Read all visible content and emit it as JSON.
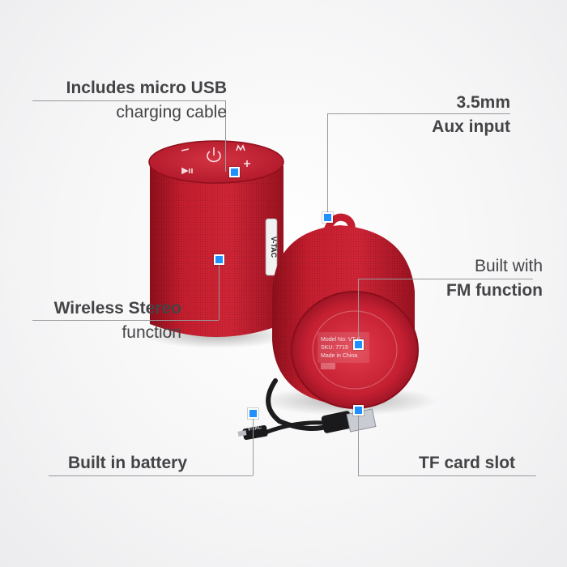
{
  "labels": {
    "micro_usb": {
      "line1": "Includes micro USB",
      "line2": "charging cable"
    },
    "aux": {
      "line1": "3.5mm",
      "line2": "Aux input"
    },
    "fm": {
      "line1": "Built with",
      "line2": "FM function"
    },
    "stereo": {
      "line1": "Wireless Stereo",
      "line2": "function"
    },
    "battery": {
      "line1": "Built in battery"
    },
    "tf": {
      "line1": "TF card slot"
    }
  },
  "product": {
    "brand_logo": "V-TAC",
    "bottom_label": {
      "model": "Model No: VT-6",
      "sku": "SKU: 7719",
      "made_in": "Made in China"
    },
    "cable_brand": "V-TAC"
  },
  "colors": {
    "speaker_red": "#c41e2e",
    "marker_blue": "#1e90ff",
    "text": "#444447",
    "leader_line": "#9a9a9e"
  },
  "icons": [
    "power-icon",
    "play-pause-icon",
    "plus-icon",
    "minus-icon",
    "m-mode-icon"
  ]
}
